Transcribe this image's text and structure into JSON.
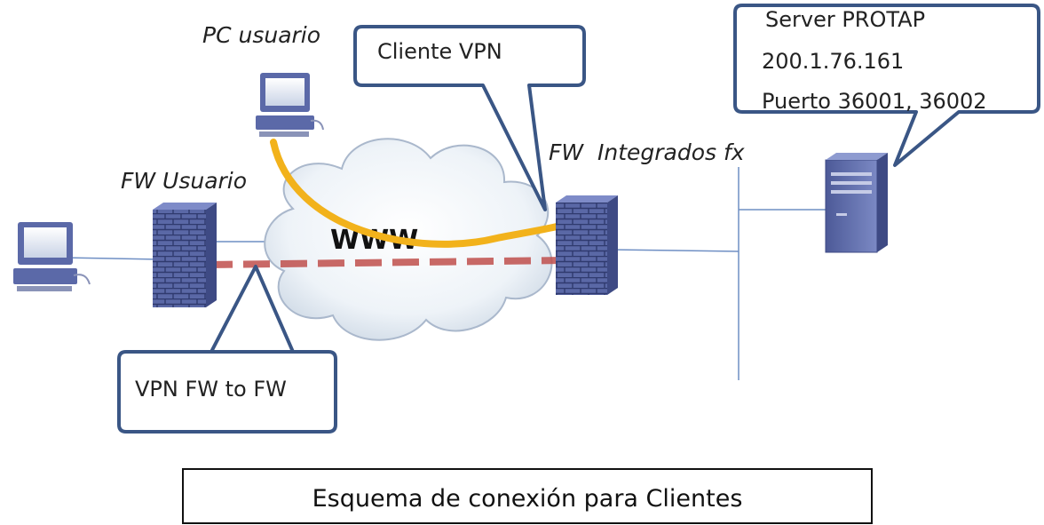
{
  "labels": {
    "pc_usuario": "PC usuario",
    "fw_usuario": "FW Usuario",
    "fw_integrados": "FW  Integrados fx",
    "www": "WWW"
  },
  "callouts": {
    "cliente_vpn": "Cliente VPN",
    "vpn_fw_to_fw": "VPN FW to FW",
    "server_name": "Server PROTAP",
    "server_ip": "200.1.76.161",
    "server_ports": "Puerto 36001, 36002"
  },
  "caption": "Esquema de conexión para Clientes",
  "colors": {
    "callout_border": "#3a5685",
    "vpn_tunnel": "#f2b21b",
    "fw_to_fw_link": "#c0504d",
    "firewall": "#5b69a8",
    "cloud_edge": "#aab8cc"
  },
  "icons": [
    "computer-icon",
    "firewall-icon",
    "cloud-icon",
    "server-icon"
  ]
}
